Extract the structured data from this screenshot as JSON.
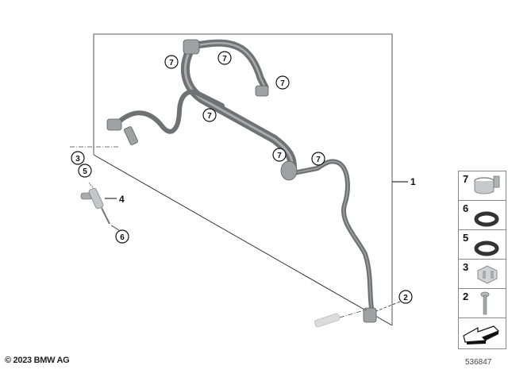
{
  "diagram": {
    "main_part_label": "1",
    "injector_label": "4",
    "callouts": {
      "clip_top_left": "7",
      "clip_top_mid": "7",
      "clip_top_right": "7",
      "clip_middle": "7",
      "clip_lower_left": "7",
      "clip_lower_right": "7",
      "bolt": "2",
      "bracket": "3",
      "seal_upper": "5",
      "seal_lower": "6"
    }
  },
  "legend": {
    "items": [
      {
        "number": "7",
        "part": "clamp"
      },
      {
        "number": "6",
        "part": "o-ring"
      },
      {
        "number": "5",
        "part": "o-ring"
      },
      {
        "number": "3",
        "part": "clip-bracket"
      },
      {
        "number": "2",
        "part": "bolt"
      },
      {
        "number": "",
        "part": "arrow"
      }
    ]
  },
  "footer": {
    "copyright": "© 2023 BMW AG",
    "image_number": "536847"
  },
  "colors": {
    "hose": "#6f7173",
    "hose_highlight": "#a9abad",
    "frame": "#7d7d7d",
    "text": "#111111"
  }
}
